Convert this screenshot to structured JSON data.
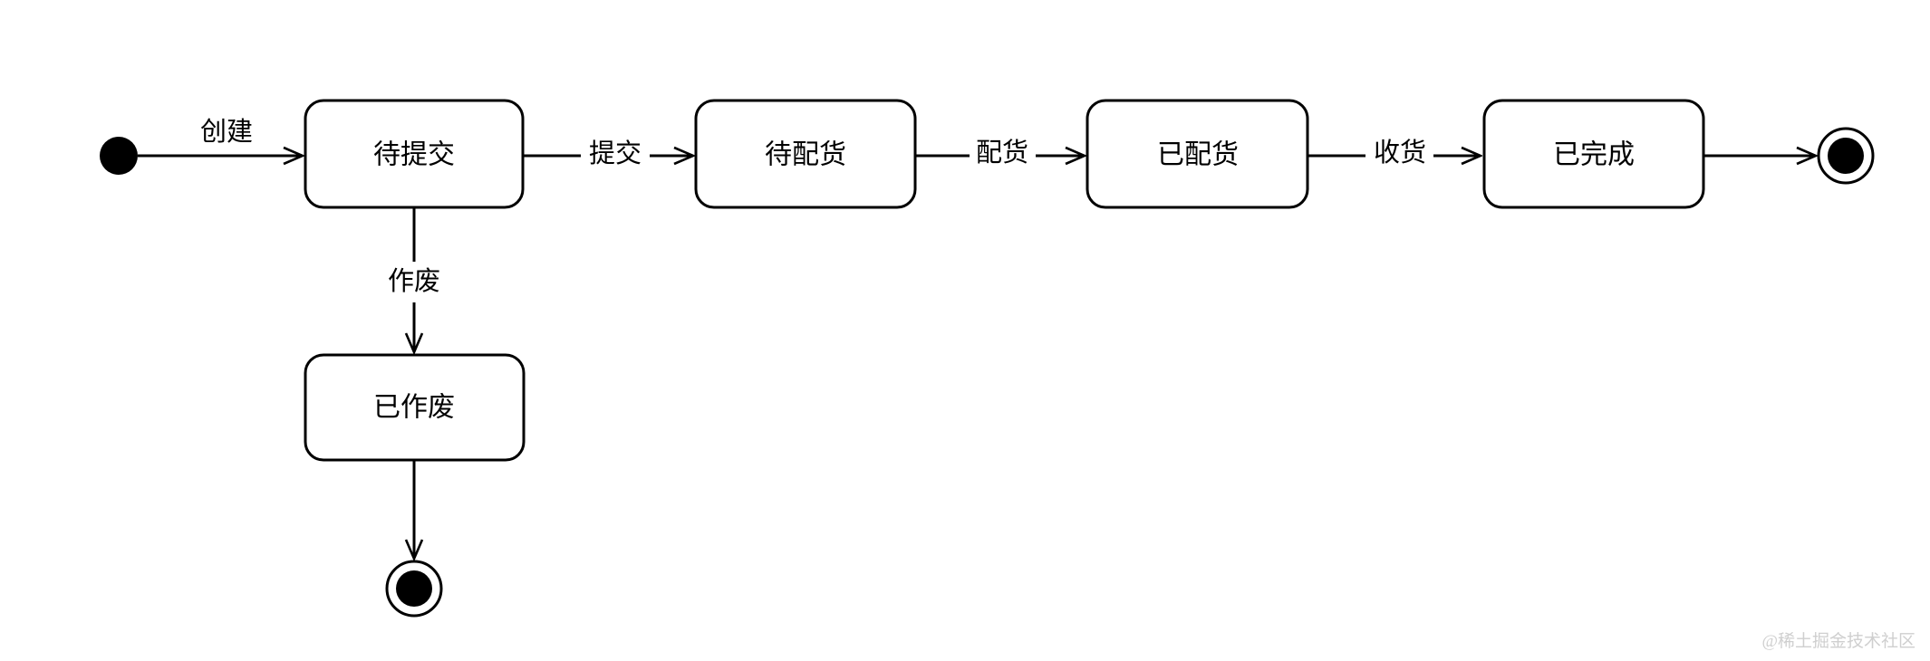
{
  "diagram": {
    "states": [
      {
        "id": "pending-submit",
        "label": "待提交"
      },
      {
        "id": "pending-pick",
        "label": "待配货"
      },
      {
        "id": "picked",
        "label": "已配货"
      },
      {
        "id": "completed",
        "label": "已完成"
      },
      {
        "id": "voided",
        "label": "已作废"
      }
    ],
    "transitions": [
      {
        "from": "initial",
        "to": "待提交",
        "label": "创建"
      },
      {
        "from": "待提交",
        "to": "待配货",
        "label": "提交"
      },
      {
        "from": "待配货",
        "to": "已配货",
        "label": "配货"
      },
      {
        "from": "已配货",
        "to": "已完成",
        "label": "收货"
      },
      {
        "from": "待提交",
        "to": "已作废",
        "label": "作废"
      },
      {
        "from": "已完成",
        "to": "final",
        "label": ""
      },
      {
        "from": "已作废",
        "to": "final",
        "label": ""
      }
    ],
    "icons": {
      "initial_state": "filled-circle",
      "final_state": "bullseye-circle",
      "arrowhead": "open-v-arrow"
    },
    "colors": {
      "line": "#000000",
      "node_fill": "#ffffff",
      "watermark": "#cfcfcf",
      "background": "#ffffff"
    },
    "watermark": "@稀土掘金技术社区"
  }
}
